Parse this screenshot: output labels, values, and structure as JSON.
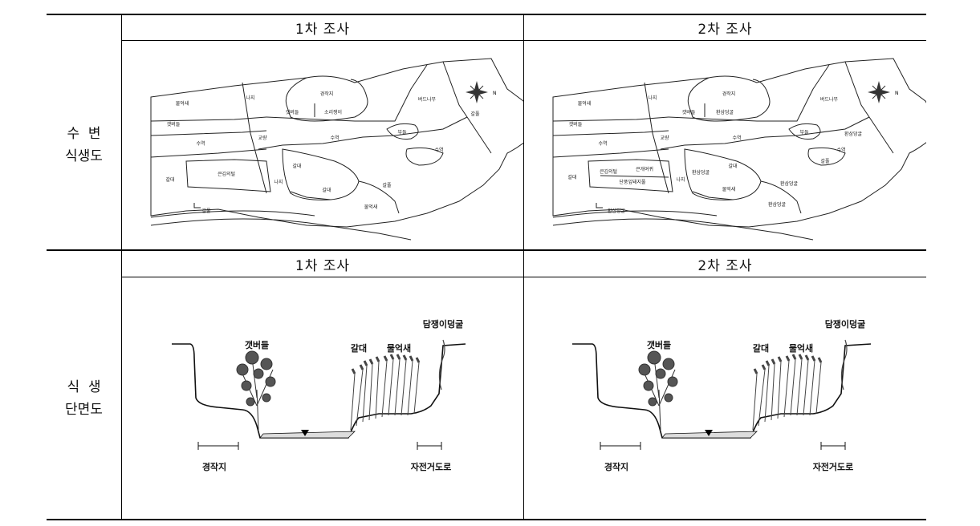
{
  "headers": {
    "survey1": "1차 조사",
    "survey2": "2차 조사"
  },
  "rows": {
    "map_label_1": "수  변",
    "map_label_2": "식생도",
    "section_label_1": "식  생",
    "section_label_2": "단면도"
  },
  "map1": {
    "labels": [
      "물억새",
      "나지",
      "경작지",
      "버드나무",
      "갯버들",
      "소리쟁이",
      "갯버들",
      "수역",
      "교량",
      "수역",
      "부들",
      "갈풀",
      "수역",
      "갈대",
      "큰김의털",
      "갈대",
      "나지",
      "갈대",
      "갈풀",
      "물억새",
      "갈풀"
    ]
  },
  "map2": {
    "labels": [
      "물억새",
      "나지",
      "경작지",
      "버드나무",
      "갯버들",
      "환삼덩굴",
      "갯버들",
      "수역",
      "교량",
      "수역",
      "부들",
      "환삼덩굴",
      "수역",
      "갈대",
      "큰김의털",
      "큰개여뀌",
      "단풍잎돼지풀",
      "갈대",
      "나지",
      "환삼덩굴",
      "갈풀",
      "물억새",
      "환삼덩굴",
      "환삼덩굴",
      "환삼덩굴"
    ]
  },
  "section": {
    "labels_1": {
      "willow": "갯버들",
      "reed": "갈대",
      "silvergrass": "물억새",
      "vine": "담쟁이덩굴",
      "field": "경작지",
      "bike": "자전거도로"
    },
    "labels_2": {
      "willow": "갯버들",
      "reed": "갈대",
      "silvergrass": "물억새",
      "vine": "담쟁이덩굴",
      "field": "경작지",
      "bike": "자전거도로"
    }
  },
  "icons": {
    "compass": "compass-rose-icon",
    "water_level": "water-level-triangle-icon"
  }
}
